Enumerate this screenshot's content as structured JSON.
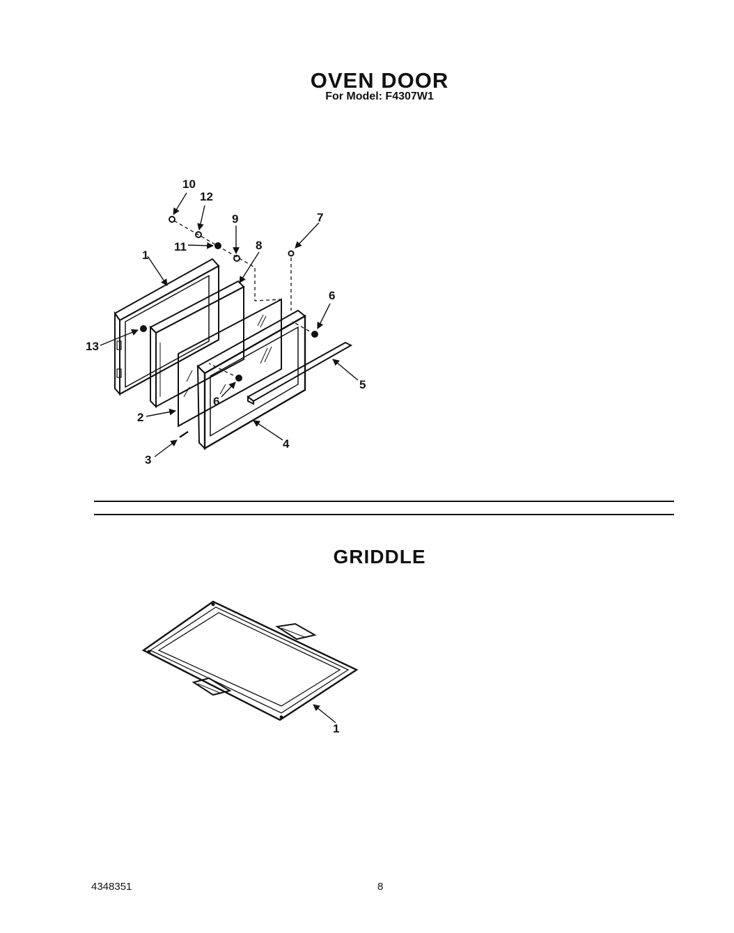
{
  "page": {
    "title": "OVEN DOOR",
    "subtitle": "For Model: F4307W1",
    "section2_title": "GRIDDLE",
    "doc_number": "4348351",
    "page_number": "8"
  },
  "oven_door_callouts": [
    "1",
    "2",
    "3",
    "4",
    "5",
    "6",
    "6",
    "7",
    "8",
    "9",
    "10",
    "11",
    "12",
    "13"
  ],
  "griddle_callouts": [
    "1"
  ]
}
